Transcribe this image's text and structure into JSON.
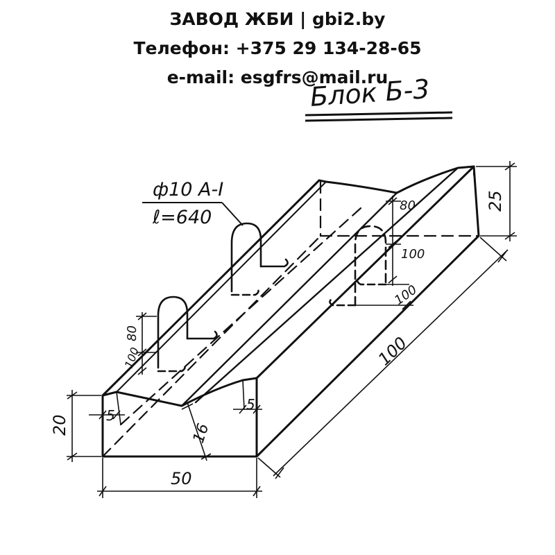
{
  "header": {
    "line1": "ЗАВОД ЖБИ | gbi2.by",
    "line2": "Телефон: +375 29 134-28-65",
    "line3": "e-mail: esgfrs@mail.ru"
  },
  "drawing": {
    "title": "Блок Б-3",
    "rebar_label_line1": "ф10 А-I",
    "rebar_label_line2": "ℓ=640",
    "dimensions": {
      "width": "50",
      "height": "20",
      "length": "100",
      "back_height": "25",
      "channel_depth": "16",
      "rim_left": "5",
      "rim_right": "5",
      "loop_height_left": "80",
      "loop_offset_left": "100",
      "loop_height_right": "80",
      "loop_offset_right_a": "100",
      "loop_offset_right_b": "100"
    }
  },
  "colors": {
    "ink": "#111111",
    "background": "#ffffff"
  }
}
